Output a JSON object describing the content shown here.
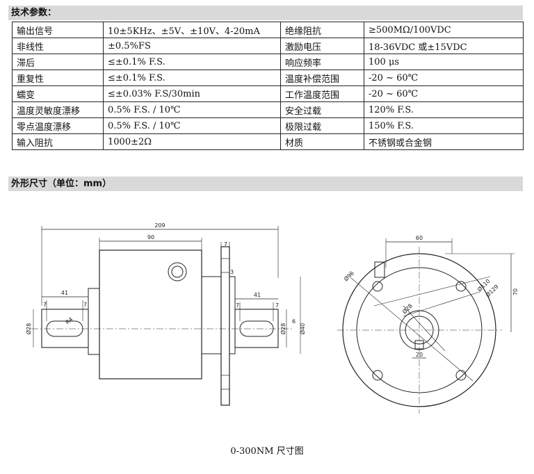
{
  "sections": {
    "specs_title": "技术参数：",
    "dims_title": "外形尺寸（单位：mm）"
  },
  "specs": [
    {
      "l_label": "输出信号",
      "l_value": "10±5KHz、±5V、±10V、4-20mA",
      "r_label": "绝缘阻抗",
      "r_value": "≥500MΩ/100VDC"
    },
    {
      "l_label": "非线性",
      "l_value": "±0.5%FS",
      "r_label": "激励电压",
      "r_value": "18-36VDC 或±15VDC"
    },
    {
      "l_label": "滞后",
      "l_value": "≤±0.1% F.S.",
      "r_label": "响应频率",
      "r_value": "100 μs"
    },
    {
      "l_label": "重复性",
      "l_value": "≤±0.1% F.S.",
      "r_label": "温度补偿范围",
      "r_value": "-20 ~ 60℃"
    },
    {
      "l_label": "蠕变",
      "l_value": "≤±0.03% F.S/30min",
      "r_label": "工作温度范围",
      "r_value": "-20 ~ 60℃"
    },
    {
      "l_label": "温度灵敏度漂移",
      "l_value": "0.5% F.S. / 10℃",
      "r_label": "安全过载",
      "r_value": "120% F.S."
    },
    {
      "l_label": "零点温度漂移",
      "l_value": "0.5% F.S. / 10℃",
      "r_label": "极限过载",
      "r_value": "150% F.S."
    },
    {
      "l_label": "输入阻抗",
      "l_value": "1000±2Ω",
      "r_label": "材质",
      "r_value": "不锈钢或合金钢"
    }
  ],
  "drawing": {
    "dim_total": "209",
    "dim_body": "90",
    "dim_flange": "7",
    "dim_shaft_l": "41",
    "dim_shaft_r": "41",
    "dim_key_l1": "7",
    "dim_key_l2": "7",
    "dim_key_r1": "7",
    "dim_key_r2": "7",
    "dim_3": "3",
    "dim_r4": "R4",
    "dim_dia28_l": "Ø28",
    "dim_dia28_r": "Ø28",
    "dim_dia40": "Ø40",
    "dim_6": "6",
    "dim_60": "60",
    "dim_70": "70",
    "dim_20": "20",
    "dim_d96": "Ø96",
    "dim_d110": "Ø110",
    "dim_d129": "Ø129",
    "dim_d28": "Ø28",
    "caption": "0-300NM 尺寸图"
  }
}
